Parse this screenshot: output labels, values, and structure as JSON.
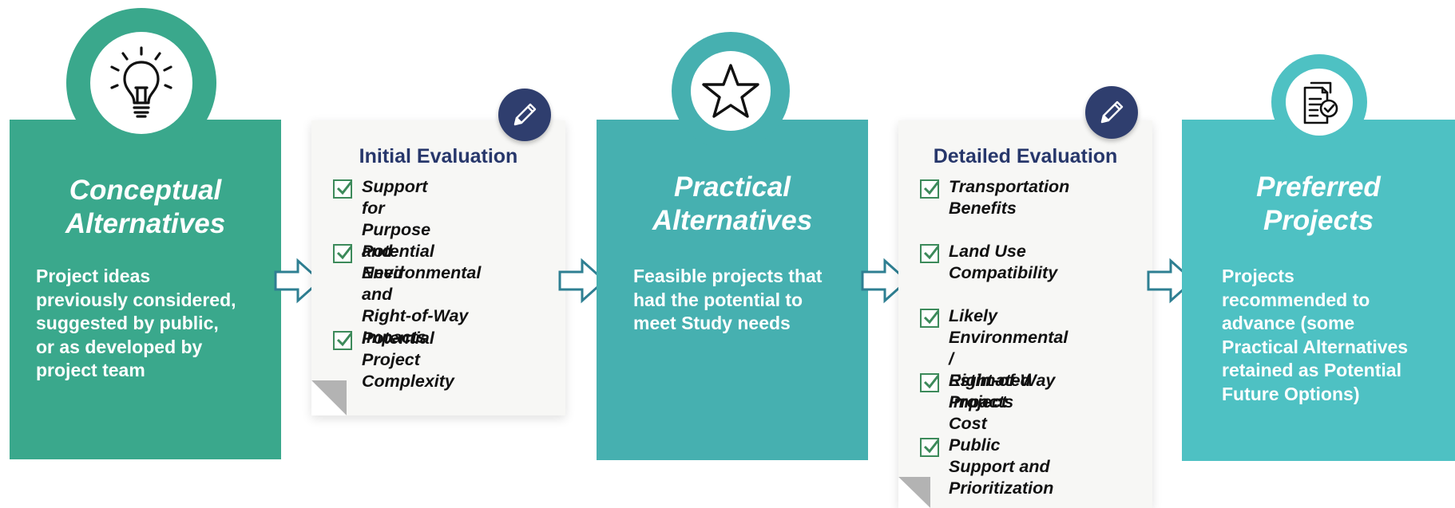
{
  "stages": [
    {
      "title": "Conceptual\nAlternatives",
      "description": "Project ideas\npreviously considered,\nsuggested by public,\nor as developed by\nproject team",
      "icon": "lightbulb-icon",
      "color": "#3aa88c"
    },
    {
      "title": "Practical\nAlternatives",
      "description": "Feasible projects that\nhad the potential to\nmeet Study needs",
      "icon": "star-icon",
      "color": "#46b0b0"
    },
    {
      "title": "Preferred\nProjects",
      "description": "Projects\nrecommended to\nadvance (some\nPractical Alternatives\nretained as Potential\nFuture Options)",
      "icon": "document-check-icon",
      "color": "#4ec1c3"
    }
  ],
  "evaluations": [
    {
      "title": "Initial Evaluation",
      "icon": "pencil-icon",
      "criteria": [
        "Support for Purpose\nand Need",
        "Potential\nEnvironmental and\nRight-of-Way Impacts",
        "Potential Project\nComplexity"
      ]
    },
    {
      "title": "Detailed Evaluation",
      "icon": "pencil-icon",
      "criteria": [
        "Transportation\nBenefits",
        "Land Use\nCompatibility",
        "Likely Environmental /\nRight-of-Way Impacts",
        "Estimated Project\nCost",
        "Public Support and\nPrioritization"
      ]
    }
  ],
  "colors": {
    "eval_title": "#27376b",
    "check_border": "#3c8a5a",
    "arrow_stroke": "#2e7f92",
    "badge": "#2f3e6e"
  }
}
